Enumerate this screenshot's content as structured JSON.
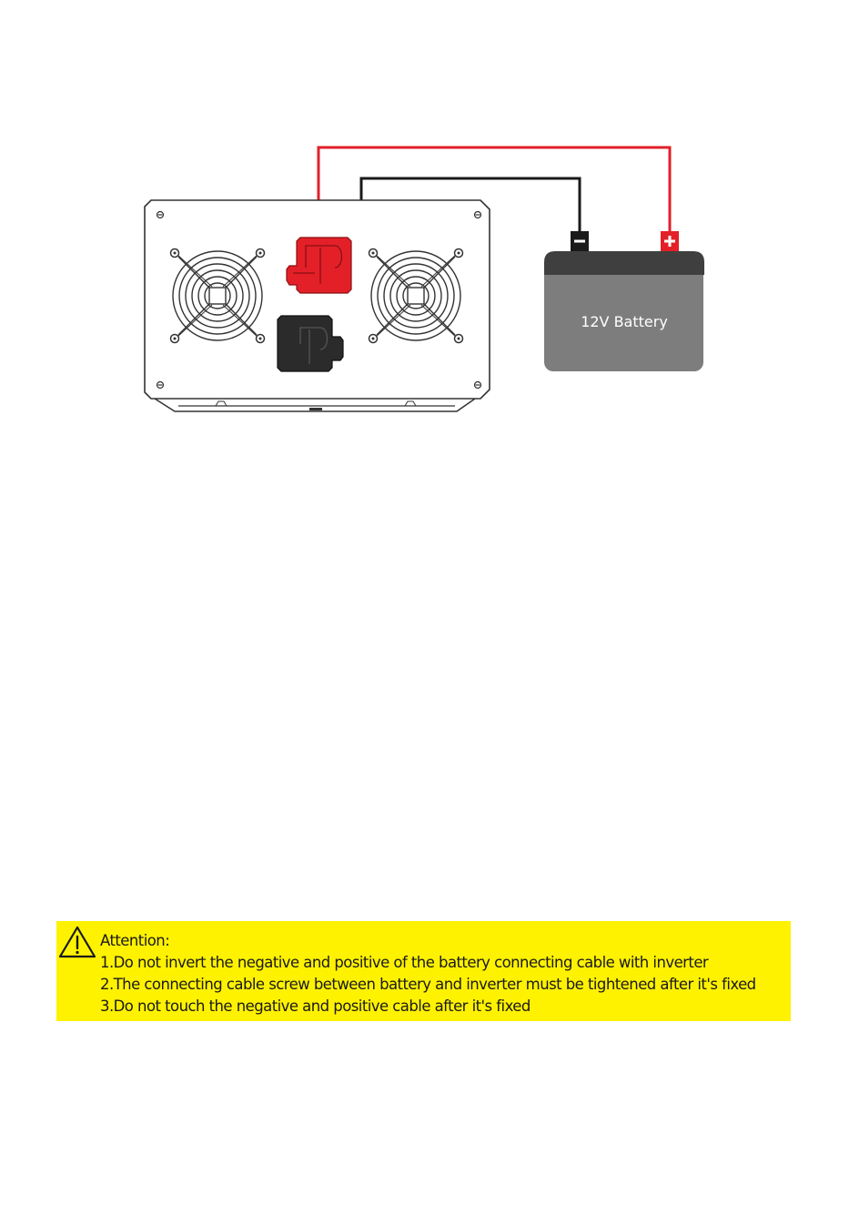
{
  "diagram": {
    "battery_label": "12V Battery",
    "negative_symbol": "−",
    "positive_symbol": "+",
    "colors": {
      "positive_cable": "#e0202a",
      "negative_cable": "#1a1a1a",
      "battery_body": "#7d7d7d",
      "battery_lid": "#3f3f3f",
      "terminal_red": "#e32028",
      "terminal_black": "#2b2b2b"
    }
  },
  "attention": {
    "background": "#fff200",
    "icon": "warning-triangle-icon",
    "title": "Attention:",
    "items": [
      "1.Do not invert the negative and positive of the battery connecting cable with inverter",
      "2.The connecting cable screw between battery and inverter must be tightened after it's fixed",
      "3.Do not touch the negative and positive cable after it's fixed"
    ]
  }
}
